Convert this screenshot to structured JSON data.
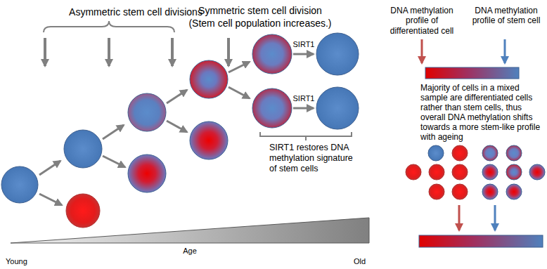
{
  "diagram": {
    "labels": [
      "Asymmetric stem cell divisions",
      "Symmetric stem cell division (Stem cell population increases.)",
      "DNA methylation profile of differentiated cell",
      "DNA methylation profile of stem cell",
      "SIRT1",
      "SIRT1",
      "Majority of cells in a mixed sample are differentiated cells rather than stem cells, thus overall DNA methylation shifts towards a more stem-like profile with ageing",
      "SIRT1 restores DNA methylation signature of stem cells",
      "Young",
      "Age",
      "Old"
    ]
  }
}
